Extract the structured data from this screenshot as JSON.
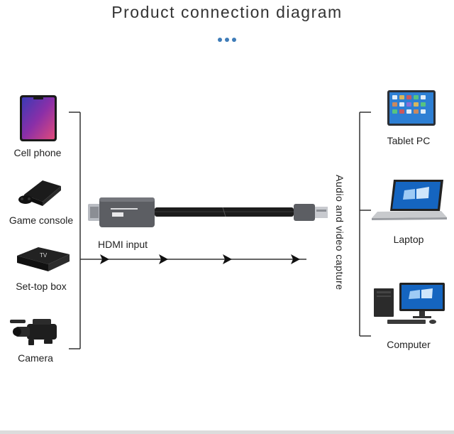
{
  "title": "Product connection diagram",
  "left_devices": [
    {
      "label": "Cell phone"
    },
    {
      "label": "Game console"
    },
    {
      "label": "Set-top box"
    },
    {
      "label": "Camera"
    }
  ],
  "right_devices": [
    {
      "label": "Tablet PC"
    },
    {
      "label": "Laptop"
    },
    {
      "label": "Computer"
    }
  ],
  "connection": {
    "input_label": "HDMI input",
    "output_label": "Audio and video capture"
  },
  "colors": {
    "accent": "#3e7cb8",
    "line": "#333333",
    "adapter_body": "#5c5e63"
  }
}
